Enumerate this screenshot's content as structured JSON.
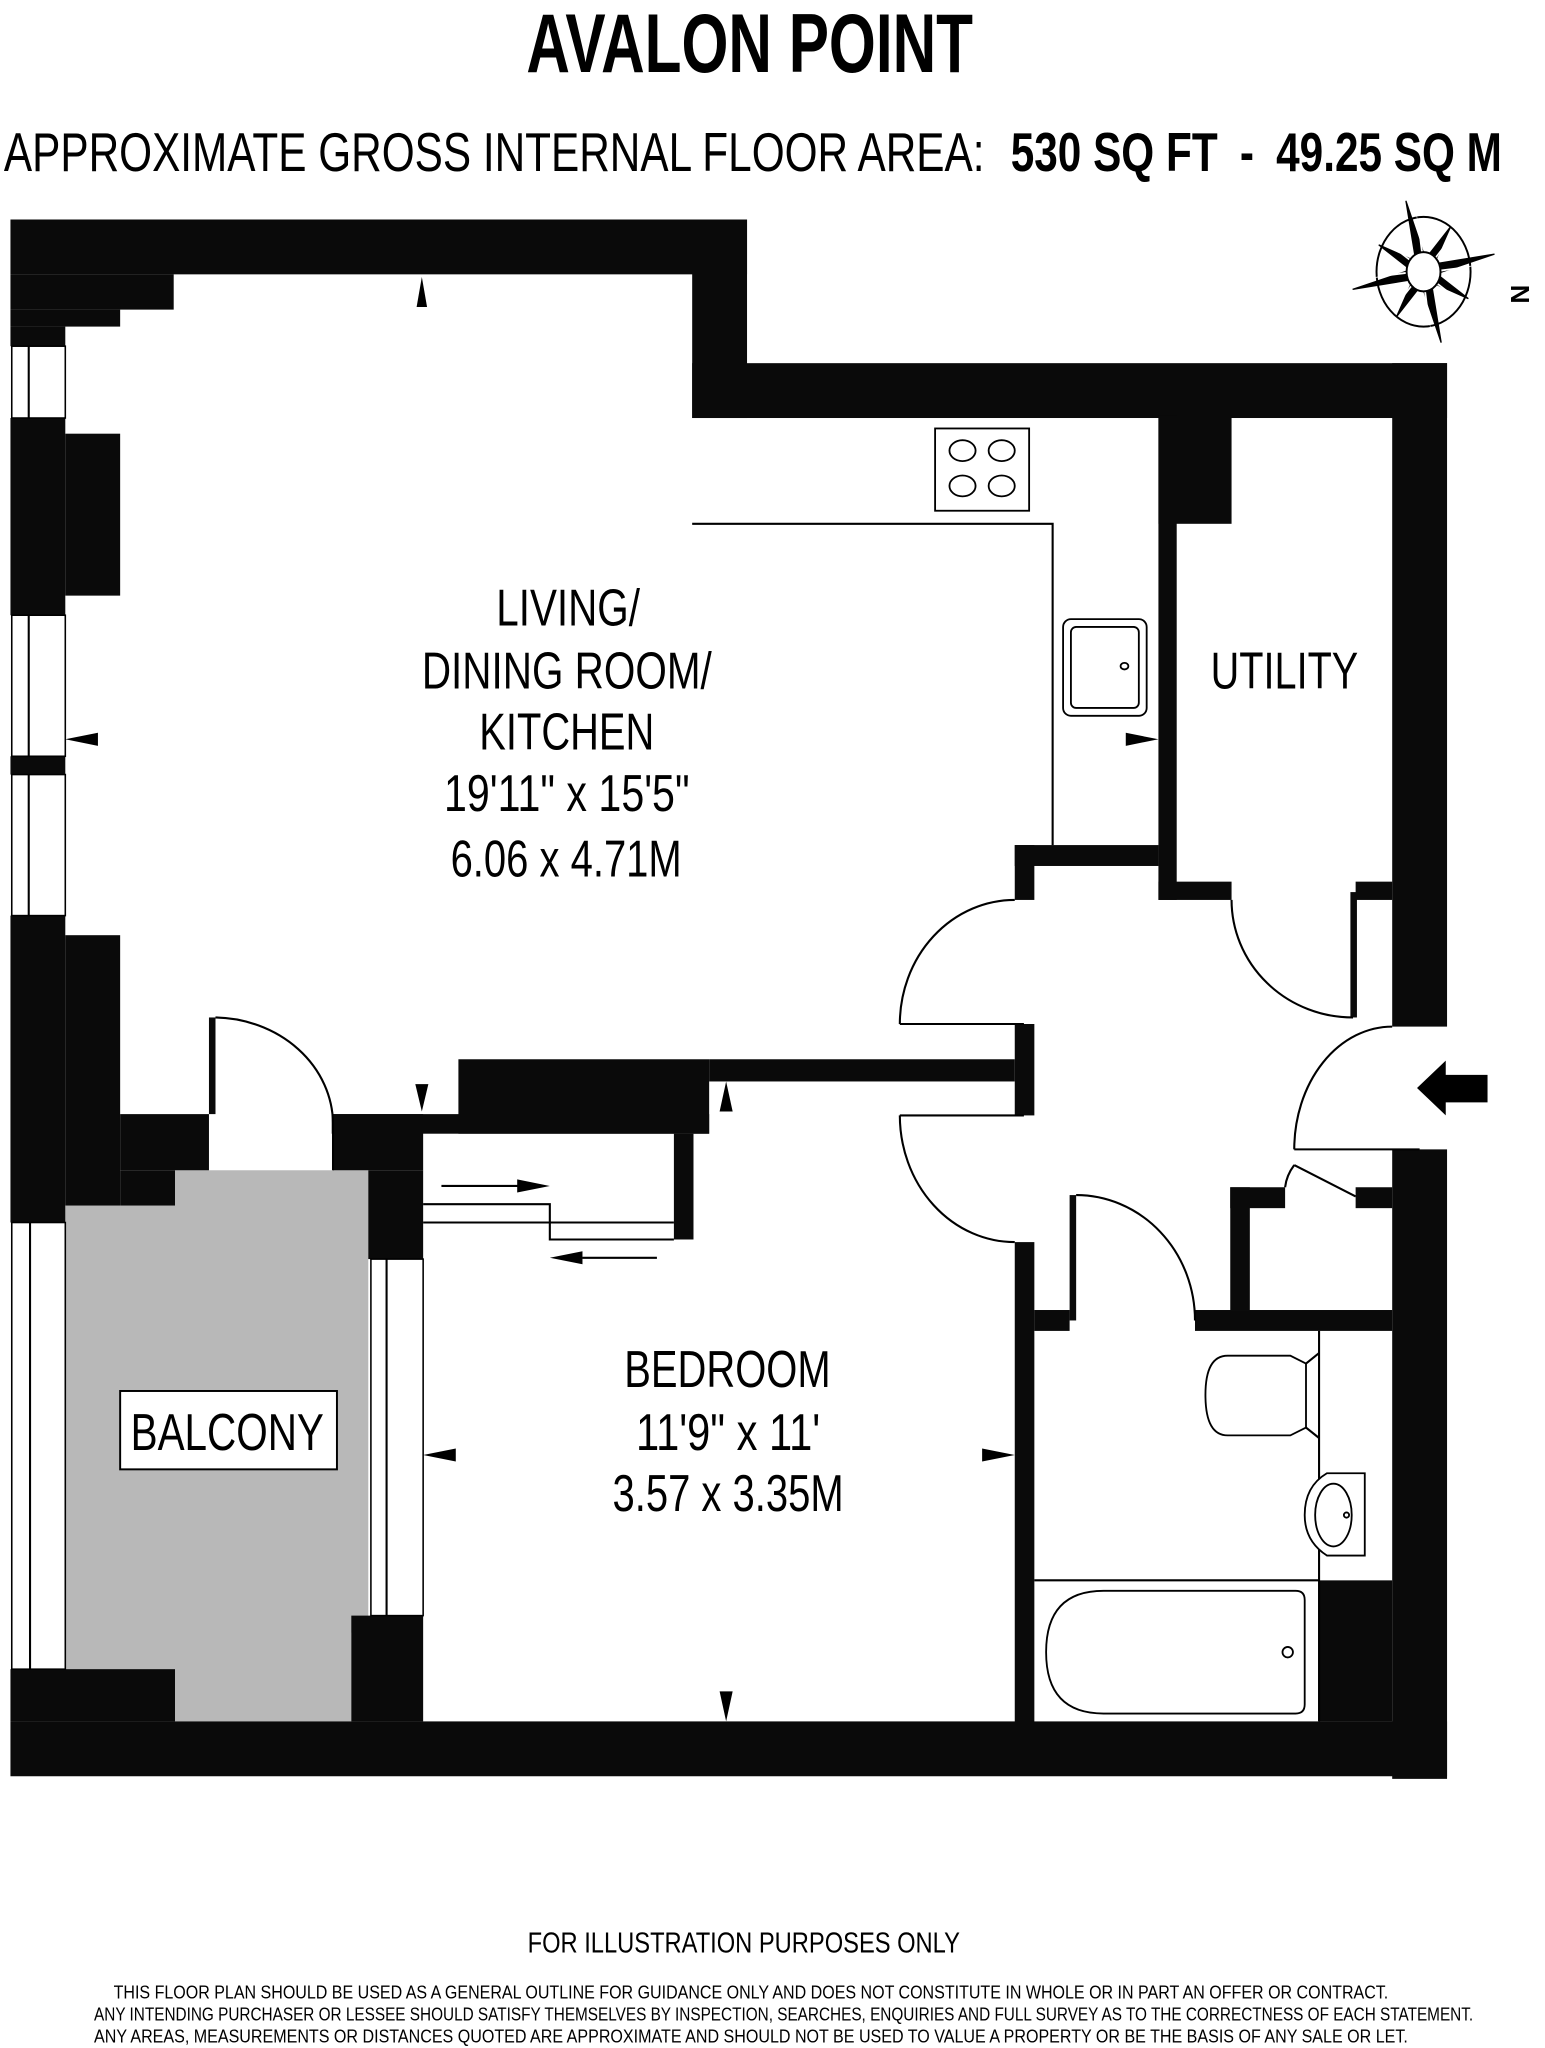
{
  "title": "AVALON POINT",
  "area": {
    "label": "APPROXIMATE GROSS INTERNAL FLOOR AREA:",
    "sq_ft": "530 SQ FT",
    "separator": "-",
    "sq_m": "49.25 SQ M"
  },
  "compass": {
    "label": "N",
    "icon": "compass-rose-icon"
  },
  "rooms": {
    "living": {
      "lines": [
        "LIVING/",
        "DINING ROOM/",
        "KITCHEN"
      ],
      "imperial": "19'11\" x 15'5\"",
      "metric": "6.06 x 4.71M"
    },
    "utility": {
      "name": "UTILITY"
    },
    "bedroom": {
      "name": "BEDROOM",
      "imperial": "11'9\" x 11'",
      "metric": "3.57 x 3.35M"
    },
    "balcony": {
      "name": "BALCONY"
    }
  },
  "footer": {
    "notice": "FOR ILLUSTRATION PURPOSES ONLY",
    "disclaimer": [
      "THIS FLOOR PLAN SHOULD BE USED AS A GENERAL OUTLINE FOR GUIDANCE ONLY AND DOES NOT CONSTITUTE IN WHOLE OR IN PART AN OFFER OR CONTRACT.",
      "ANY INTENDING PURCHASER OR LESSEE SHOULD SATISFY THEMSELVES BY INSPECTION, SEARCHES, ENQUIRIES AND FULL SURVEY AS TO THE CORRECTNESS OF EACH STATEMENT.",
      "ANY AREAS, MEASUREMENTS OR DISTANCES QUOTED ARE APPROXIMATE AND SHOULD NOT BE USED TO VALUE A PROPERTY OR BE THE BASIS OF ANY SALE OR LET."
    ]
  },
  "colors": {
    "wall": "#0a0a0a",
    "balcony": "#b8b8b8",
    "background": "#ffffff"
  }
}
